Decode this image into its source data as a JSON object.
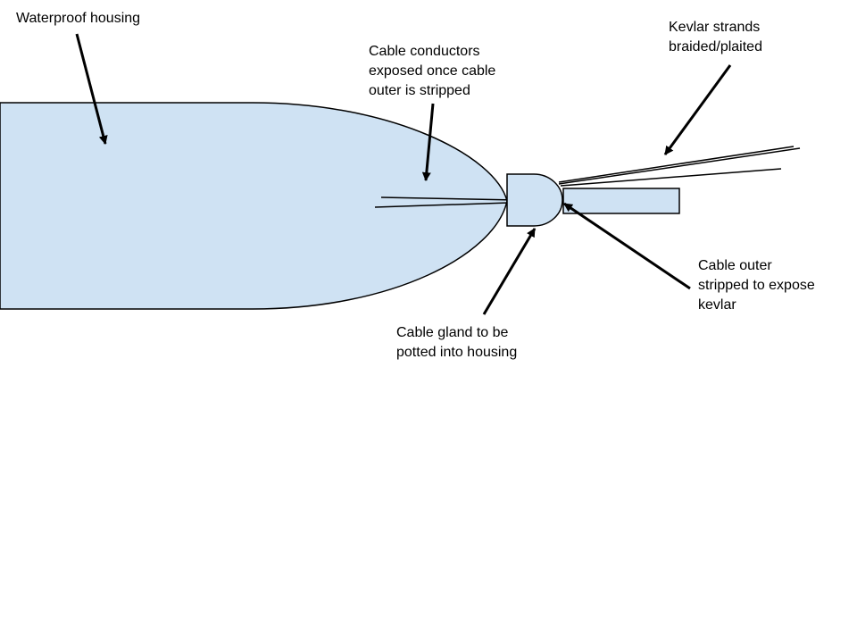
{
  "colors": {
    "shape_fill": "#cfe2f3",
    "stroke": "#000000",
    "background": "#ffffff"
  },
  "labels": {
    "housing": [
      "Waterproof housing"
    ],
    "conductors": [
      "Cable conductors",
      "exposed once cable",
      "outer is stripped"
    ],
    "kevlar": [
      "Kevlar strands",
      "braided/plaited"
    ],
    "cable_outer": [
      "Cable outer",
      "stripped to expose",
      "kevlar"
    ],
    "gland": [
      "Cable gland to be",
      "potted into housing"
    ]
  }
}
